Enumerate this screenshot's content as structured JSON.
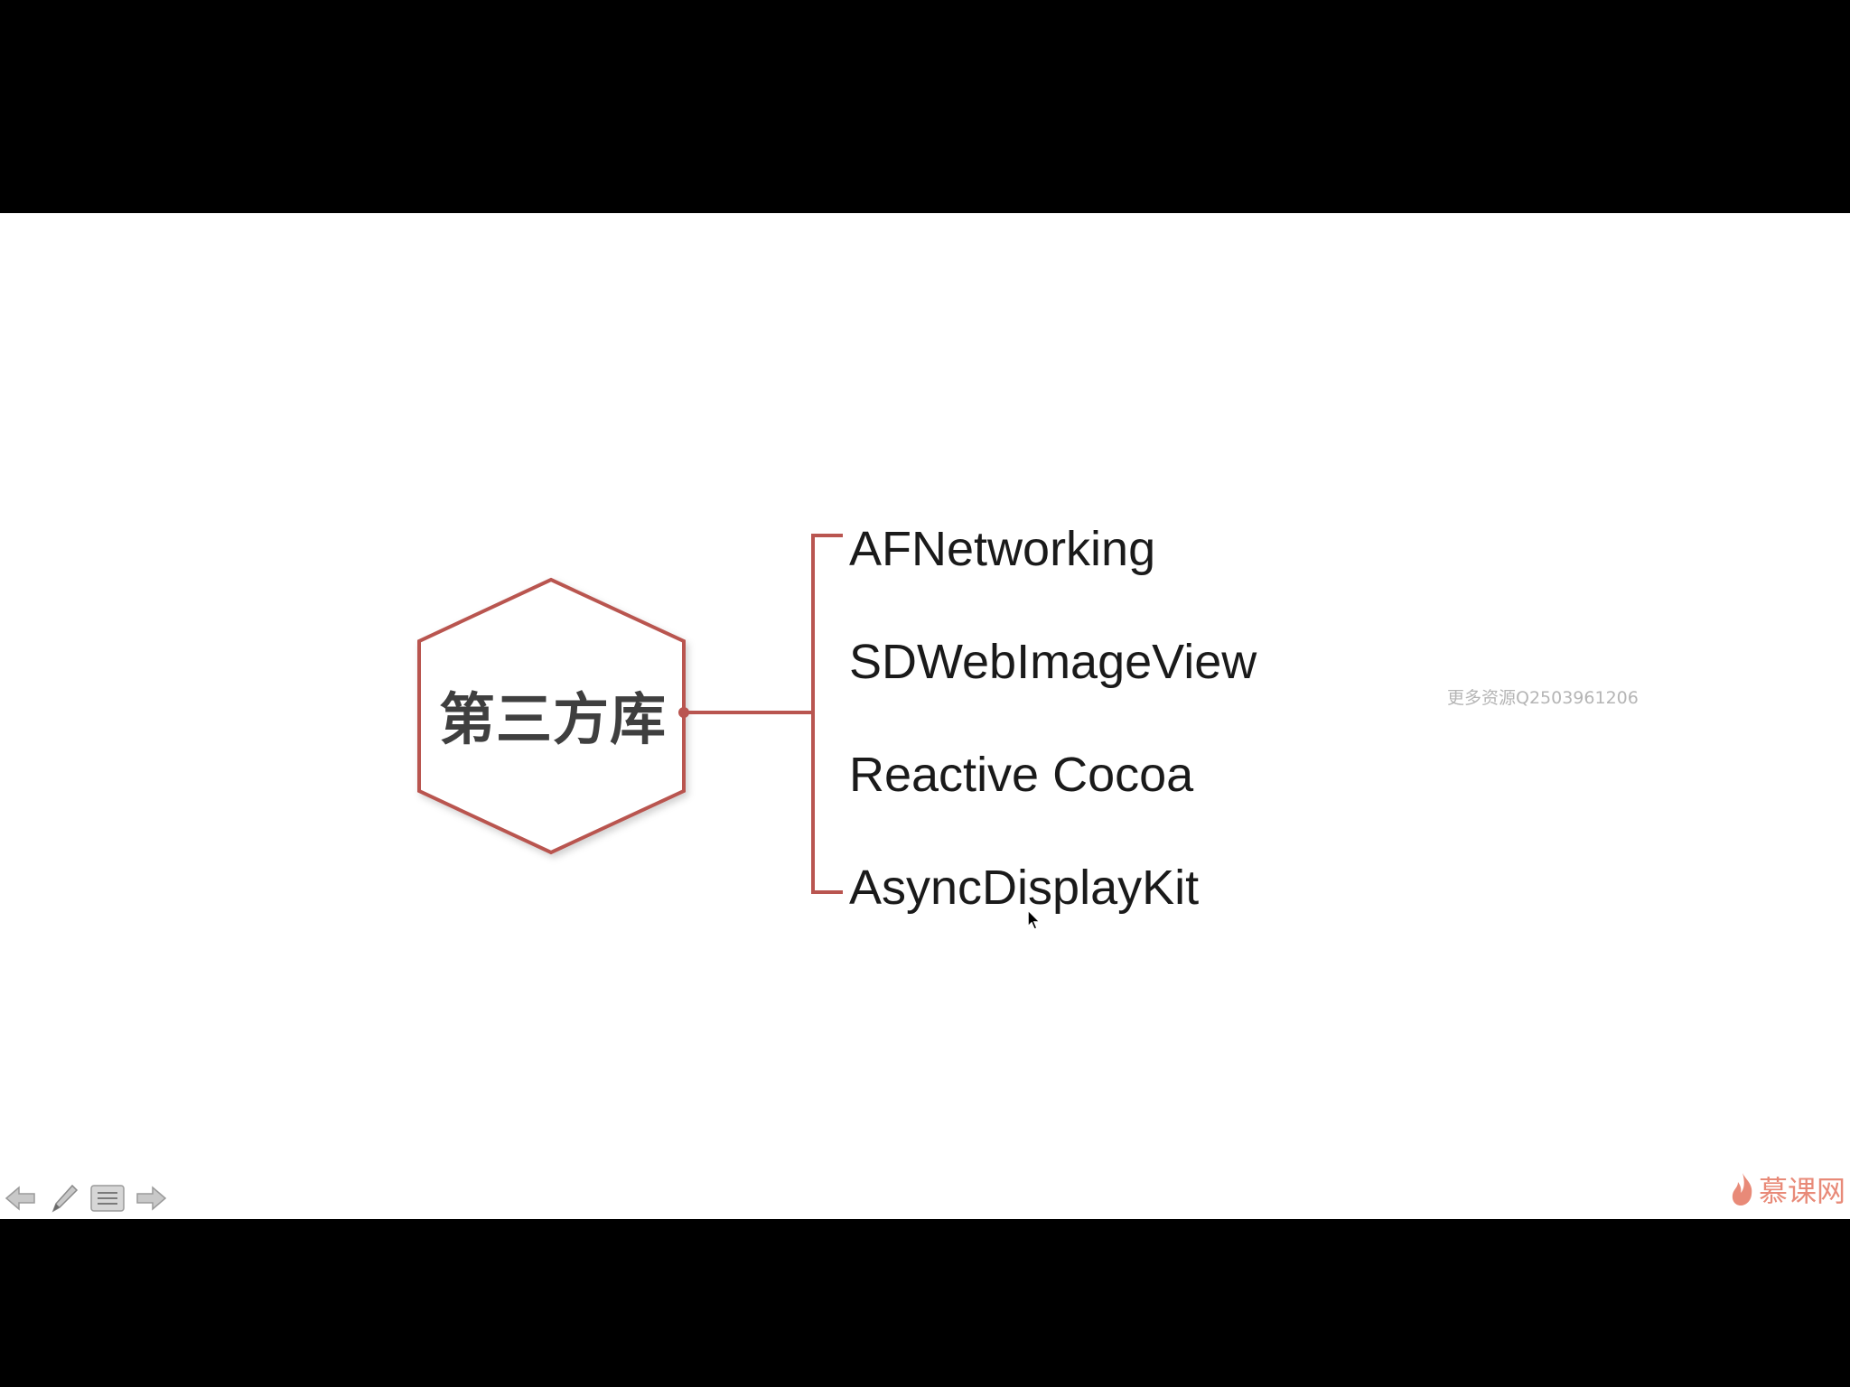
{
  "slide": {
    "hub_label": "第三方库",
    "branches": [
      {
        "label": "AFNetworking"
      },
      {
        "label": "SDWebImageView"
      },
      {
        "label": "Reactive Cocoa"
      },
      {
        "label": "AsyncDisplayKit"
      }
    ],
    "watermark": "更多资源Q2503961206",
    "logo_text": "慕课网"
  },
  "controls": {
    "prev_icon": "arrow-left-icon",
    "pen_icon": "pen-icon",
    "menu_icon": "menu-icon",
    "next_icon": "arrow-right-icon"
  },
  "colors": {
    "diagram_line": "#b95550",
    "slide_background": "#ffffff",
    "letterbox": "#000000",
    "logo": "#e88a78"
  }
}
